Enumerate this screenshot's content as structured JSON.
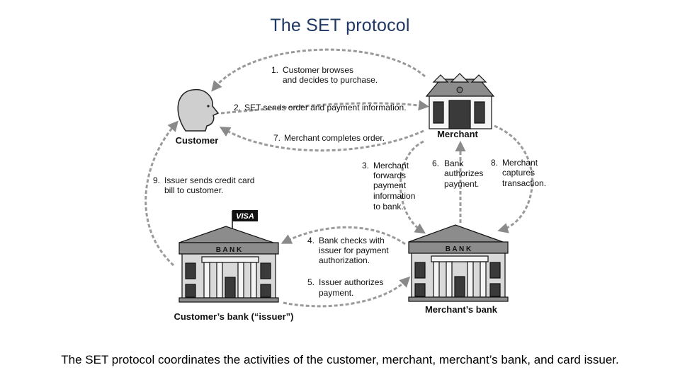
{
  "title": "The SET protocol",
  "caption": "The SET protocol coordinates the activities of the customer, merchant, merchant’s bank, and card issuer.",
  "diagram": {
    "nodes": {
      "customer": "Customer",
      "merchant": "Merchant",
      "customer_bank": "Customer’s bank (“issuer”)",
      "merchant_bank": "Merchant’s bank",
      "bank_sign": "B A N K",
      "card_flag": "VISA"
    },
    "steps": [
      {
        "num": "1.",
        "lines": [
          "Customer browses",
          "and decides to purchase."
        ]
      },
      {
        "num": "2.",
        "lines": [
          "SET sends order and payment information."
        ]
      },
      {
        "num": "3.",
        "lines": [
          "Merchant",
          "forwards",
          "payment",
          "information",
          "to bank."
        ]
      },
      {
        "num": "4.",
        "lines": [
          "Bank checks with",
          "issuer for payment",
          "authorization."
        ]
      },
      {
        "num": "5.",
        "lines": [
          "Issuer authorizes",
          "payment."
        ]
      },
      {
        "num": "6.",
        "lines": [
          "Bank",
          "authorizes",
          "payment."
        ]
      },
      {
        "num": "7.",
        "lines": [
          "Merchant completes order."
        ]
      },
      {
        "num": "8.",
        "lines": [
          "Merchant",
          "captures",
          "transaction."
        ]
      },
      {
        "num": "9.",
        "lines": [
          "Issuer sends credit card",
          "bill to customer."
        ]
      }
    ]
  }
}
